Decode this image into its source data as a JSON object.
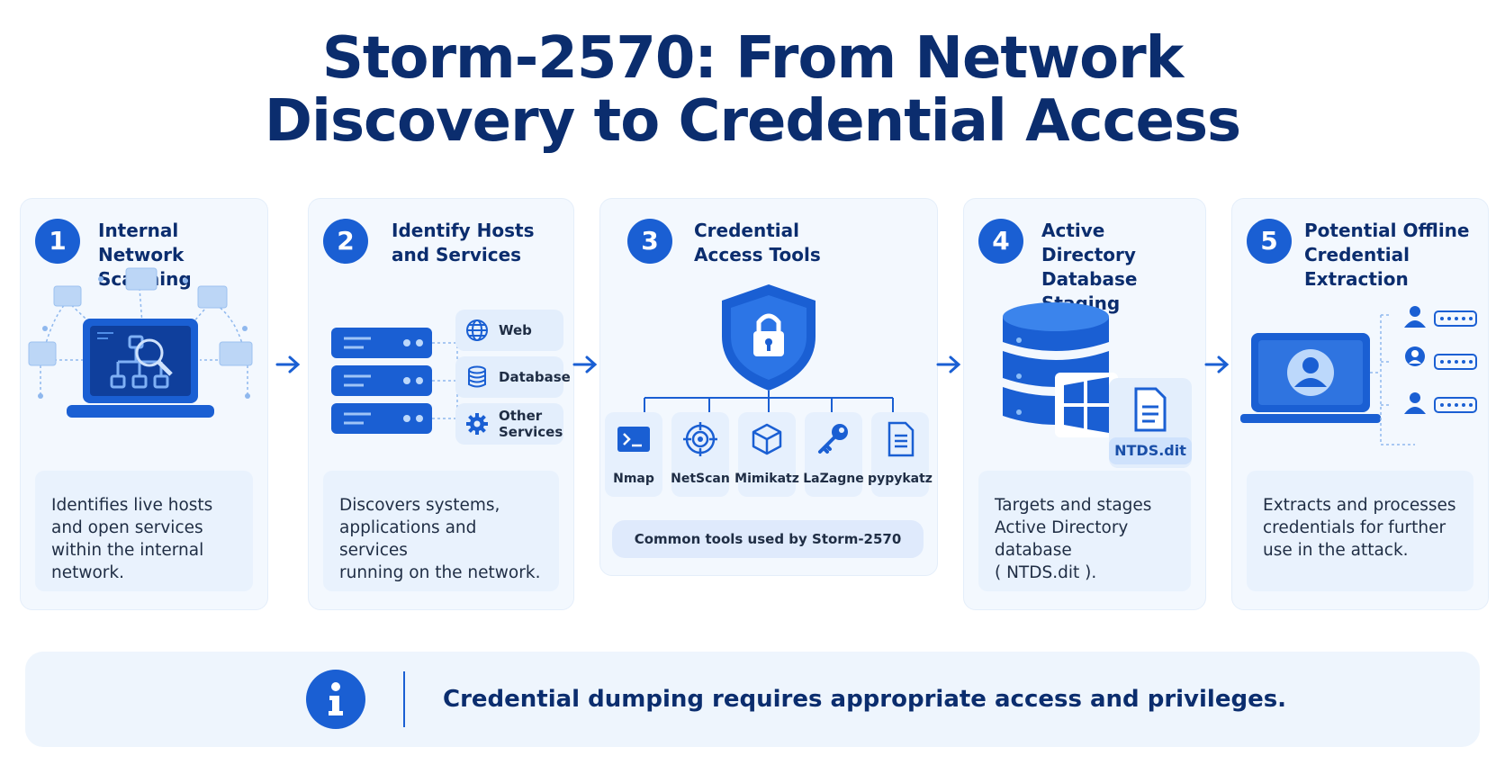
{
  "title": {
    "line1": "Storm-2570: From Network",
    "line2": "Discovery to Credential Access"
  },
  "steps": [
    {
      "number": "1",
      "title": "Internal Network\nScanning",
      "description": "Identifies live hosts\nand open services\nwithin the internal network."
    },
    {
      "number": "2",
      "title": "Identify Hosts\nand Services",
      "description": "Discovers systems,\napplications and services\nrunning on the network.",
      "services": [
        "Web",
        "Database",
        "Other\nServices"
      ]
    },
    {
      "number": "3",
      "title": "Credential\nAccess Tools",
      "tools": [
        "Nmap",
        "NetScan",
        "Mimikatz",
        "LaZagne",
        "pypykatz"
      ],
      "tools_note": "Common tools used by Storm-2570"
    },
    {
      "number": "4",
      "title": "Active Directory\nDatabase Staging",
      "file_label": "NTDS.dit",
      "description": "Targets and stages\nActive Directory database\n( NTDS.dit )."
    },
    {
      "number": "5",
      "title": "Potential Offline\nCredential Extraction",
      "description": "Extracts and processes\ncredentials for further\nuse in the attack."
    }
  ],
  "banner": {
    "icon": "info-icon",
    "text": "Credential dumping requires appropriate access and privileges."
  },
  "colors": {
    "primary": "#1a5fd3",
    "title": "#0b2d6e",
    "card_bg": "#f3f8fe",
    "desc_bg": "#e9f2fd"
  }
}
